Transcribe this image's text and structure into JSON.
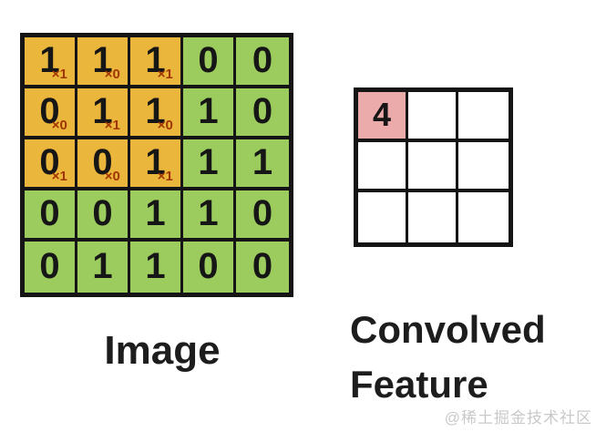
{
  "diagram": {
    "image_grid": {
      "label": "Image",
      "size": "5x5",
      "cells": [
        [
          {
            "value": "1",
            "kernel": "×1",
            "highlighted": true
          },
          {
            "value": "1",
            "kernel": "×0",
            "highlighted": true
          },
          {
            "value": "1",
            "kernel": "×1",
            "highlighted": true
          },
          {
            "value": "0"
          },
          {
            "value": "0"
          }
        ],
        [
          {
            "value": "0",
            "kernel": "×0",
            "highlighted": true
          },
          {
            "value": "1",
            "kernel": "×1",
            "highlighted": true
          },
          {
            "value": "1",
            "kernel": "×0",
            "highlighted": true
          },
          {
            "value": "1"
          },
          {
            "value": "0"
          }
        ],
        [
          {
            "value": "0",
            "kernel": "×1",
            "highlighted": true
          },
          {
            "value": "0",
            "kernel": "×0",
            "highlighted": true
          },
          {
            "value": "1",
            "kernel": "×1",
            "highlighted": true
          },
          {
            "value": "1"
          },
          {
            "value": "1"
          }
        ],
        [
          {
            "value": "0"
          },
          {
            "value": "0"
          },
          {
            "value": "1"
          },
          {
            "value": "1"
          },
          {
            "value": "0"
          }
        ],
        [
          {
            "value": "0"
          },
          {
            "value": "1"
          },
          {
            "value": "1"
          },
          {
            "value": "0"
          },
          {
            "value": "0"
          }
        ]
      ]
    },
    "convolved_grid": {
      "label": "Convolved Feature",
      "size": "3x3",
      "cells": [
        [
          {
            "value": "4",
            "highlighted": true
          },
          {
            "value": ""
          },
          {
            "value": ""
          }
        ],
        [
          {
            "value": ""
          },
          {
            "value": ""
          },
          {
            "value": ""
          }
        ],
        [
          {
            "value": ""
          },
          {
            "value": ""
          },
          {
            "value": ""
          }
        ]
      ]
    },
    "watermark": "@稀土掘金技术社区"
  },
  "colors": {
    "highlight_orange": "#EBB63C",
    "cell_green": "#9CCB5E",
    "result_pink": "#ECABAB",
    "kernel_text": "#A03500",
    "grid_line": "#151515",
    "label_text": "#1D1D1D",
    "watermark_gray": "#C9C9C9"
  }
}
